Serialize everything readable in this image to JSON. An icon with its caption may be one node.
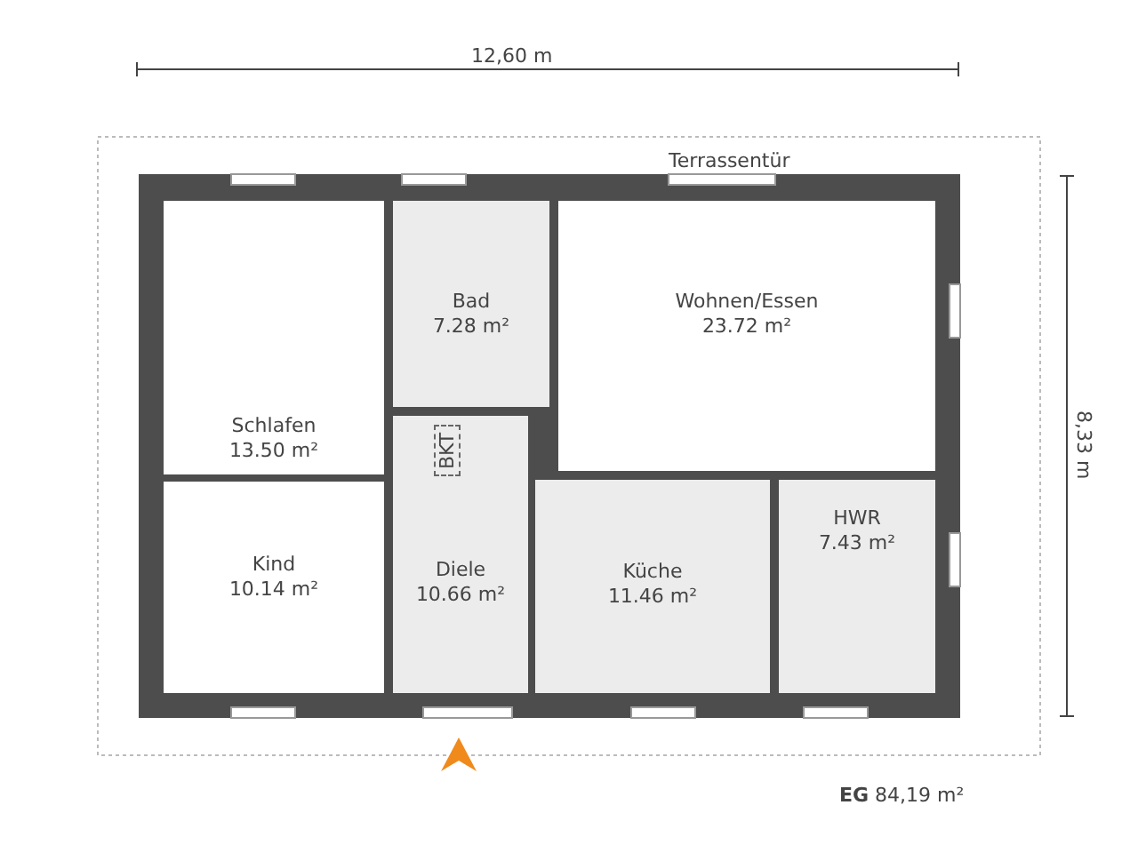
{
  "diagram": {
    "nodes": [
      {
        "text": [
          "Schlafen",
          "13.50 m²"
        ]
      },
      {
        "text": [
          "Bad",
          "7.28 m²"
        ]
      },
      {
        "text": [
          "Wohnen/Essen",
          "23.72 m²"
        ]
      },
      {
        "text": [
          "Kind",
          "10.14 m²"
        ]
      },
      {
        "text": [
          "Diele",
          "10.66 m²"
        ]
      },
      {
        "text": [
          "Küche",
          "11.46 m²"
        ]
      },
      {
        "text": [
          "HWR",
          "7.43 m²"
        ]
      }
    ],
    "edges": [],
    "labels": [
      "12,60 m",
      "Terrassentür",
      "8,33 m",
      "BKT",
      "**EG** 84,19 m²"
    ]
  }
}
